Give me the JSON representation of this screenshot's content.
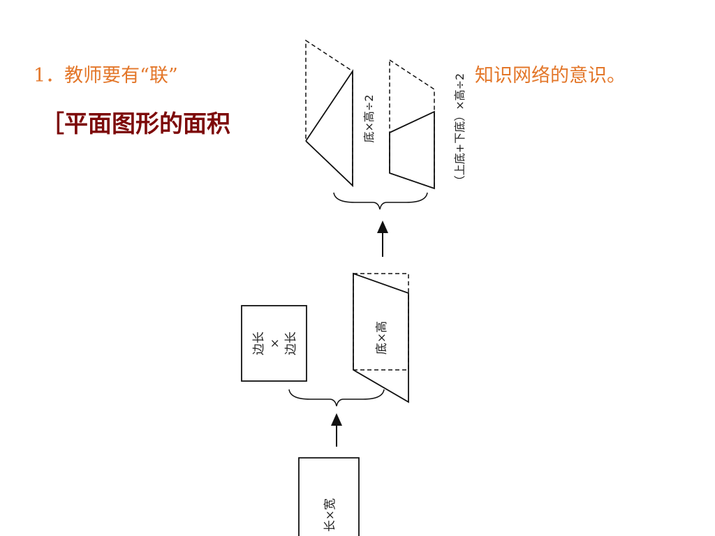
{
  "slide": {
    "heading_part1": "1．教师要有“联”",
    "heading_part2": "知识网络的意识。",
    "subheading": "［平面图形的面积"
  },
  "diagram": {
    "triangle_formula": "底×高÷2",
    "trapezoid_formula": "（上底+下底）×高÷2",
    "square_formula_top": "边长",
    "square_formula_mid": "×",
    "square_formula_bottom": "边长",
    "parallelogram_formula": "底×高",
    "rectangle_formula": "长×宽"
  },
  "colors": {
    "heading_orange": "#e3772a",
    "subheading_red": "#7d0a0a",
    "line": "#111111"
  }
}
